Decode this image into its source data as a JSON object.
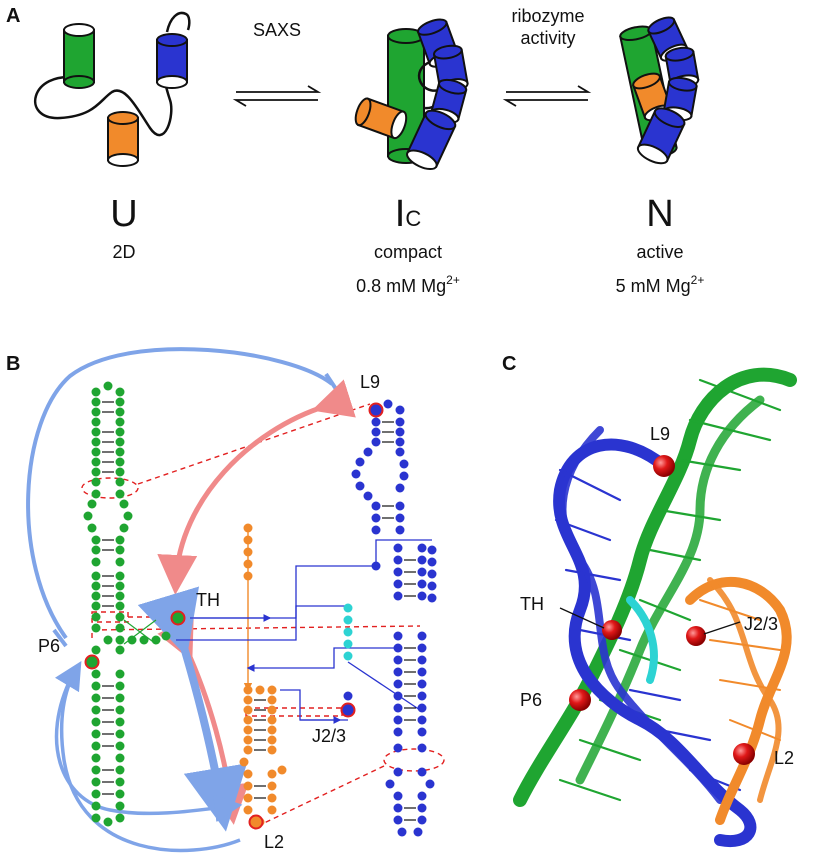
{
  "panels": {
    "a": "A",
    "b": "B",
    "c": "C"
  },
  "panel_a": {
    "arrow1_label": "SAXS",
    "arrow2_label_line1": "ribozyme",
    "arrow2_label_line2": "activity",
    "states": [
      {
        "symbol": "U",
        "subscript": "",
        "line1": "2D",
        "line2_text": "",
        "line2_sup": ""
      },
      {
        "symbol": "I",
        "subscript": "C",
        "line1": "compact",
        "line2_text": "0.8 mM Mg",
        "line2_sup": "2+"
      },
      {
        "symbol": "N",
        "subscript": "",
        "line1": "active",
        "line2_text": "5 mM Mg",
        "line2_sup": "2+"
      }
    ]
  },
  "panel_b": {
    "labels": {
      "l9": "L9",
      "th": "TH",
      "p6": "P6",
      "j23": "J2/3",
      "l2": "L2"
    }
  },
  "panel_c": {
    "labels": {
      "l9": "L9",
      "th": "TH",
      "j23": "J2/3",
      "p6": "P6",
      "l2": "L2"
    }
  },
  "colors": {
    "green": "#1fa531",
    "blue": "#2a34d0",
    "orange": "#f18a2b",
    "cyan": "#2dd3d3",
    "light_blue": "#7fa4e8",
    "pink": "#f08a8a",
    "red": "#e22020"
  }
}
